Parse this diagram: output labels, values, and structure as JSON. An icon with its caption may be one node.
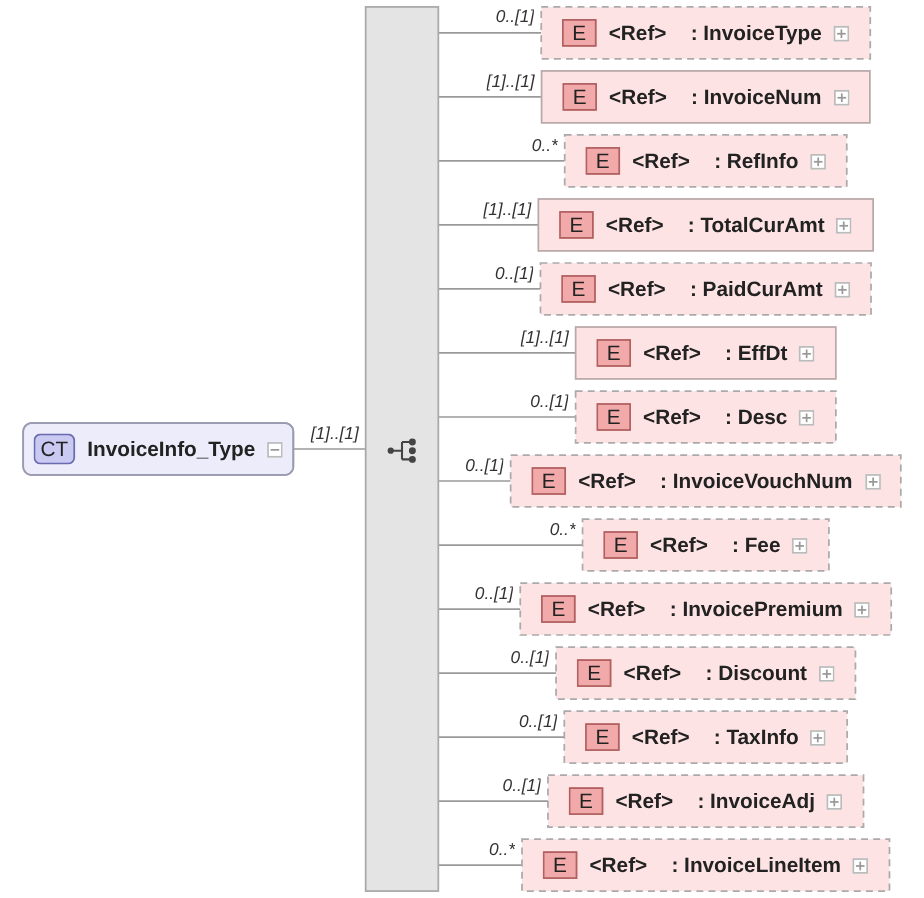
{
  "diagram": {
    "nodes": [
      {
        "text": [
          "CT",
          "InvoiceInfo_Type"
        ]
      },
      {
        "text": [],
        "shape": "bar"
      },
      {
        "text": [
          "E",
          "<Ref>",
          ": InvoiceType"
        ]
      },
      {
        "text": [
          "E",
          "<Ref>",
          ": InvoiceNum"
        ]
      },
      {
        "text": [
          "E",
          "<Ref>",
          ": RefInfo"
        ]
      },
      {
        "text": [
          "E",
          "<Ref>",
          ": TotalCurAmt"
        ]
      },
      {
        "text": [
          "E",
          "<Ref>",
          ": PaidCurAmt"
        ]
      },
      {
        "text": [
          "E",
          "<Ref>",
          ": EffDt"
        ]
      },
      {
        "text": [
          "E",
          "<Ref>",
          ": Desc"
        ]
      },
      {
        "text": [
          "E",
          "<Ref>",
          ": InvoiceVouchNum"
        ]
      },
      {
        "text": [
          "E",
          "<Ref>",
          ": Fee"
        ]
      },
      {
        "text": [
          "E",
          "<Ref>",
          ": InvoicePremium"
        ]
      },
      {
        "text": [
          "E",
          "<Ref>",
          ": Discount"
        ]
      },
      {
        "text": [
          "E",
          "<Ref>",
          ": TaxInfo"
        ]
      },
      {
        "text": [
          "E",
          "<Ref>",
          ": InvoiceAdj"
        ]
      },
      {
        "text": [
          "E",
          "<Ref>",
          ": InvoiceLineItem"
        ]
      }
    ],
    "edges": [
      {
        "from": 0,
        "to": 1,
        "arrow": "none",
        "label": "[1]..[1]"
      },
      {
        "from": 1,
        "to": 2,
        "arrow": "none",
        "label": "0..[1]"
      },
      {
        "from": 1,
        "to": 3,
        "arrow": "none",
        "label": "[1]..[1]"
      },
      {
        "from": 1,
        "to": 4,
        "arrow": "none",
        "label": "0..*"
      },
      {
        "from": 1,
        "to": 5,
        "arrow": "none",
        "label": "[1]..[1]"
      },
      {
        "from": 1,
        "to": 6,
        "arrow": "none",
        "label": "0..[1]"
      },
      {
        "from": 1,
        "to": 7,
        "arrow": "none",
        "label": "[1]..[1]"
      },
      {
        "from": 1,
        "to": 8,
        "arrow": "none",
        "label": "0..[1]"
      },
      {
        "from": 1,
        "to": 9,
        "arrow": "none",
        "label": "0..[1]"
      },
      {
        "from": 1,
        "to": 10,
        "arrow": "none",
        "label": "0..*"
      },
      {
        "from": 1,
        "to": 11,
        "arrow": "none",
        "label": "0..[1]"
      },
      {
        "from": 1,
        "to": 12,
        "arrow": "none",
        "label": "0..[1]"
      },
      {
        "from": 1,
        "to": 13,
        "arrow": "none",
        "label": "0..[1]"
      },
      {
        "from": 1,
        "to": 14,
        "arrow": "none",
        "label": "0..[1]"
      },
      {
        "from": 1,
        "to": 15,
        "arrow": "none",
        "label": "0..*"
      }
    ]
  }
}
